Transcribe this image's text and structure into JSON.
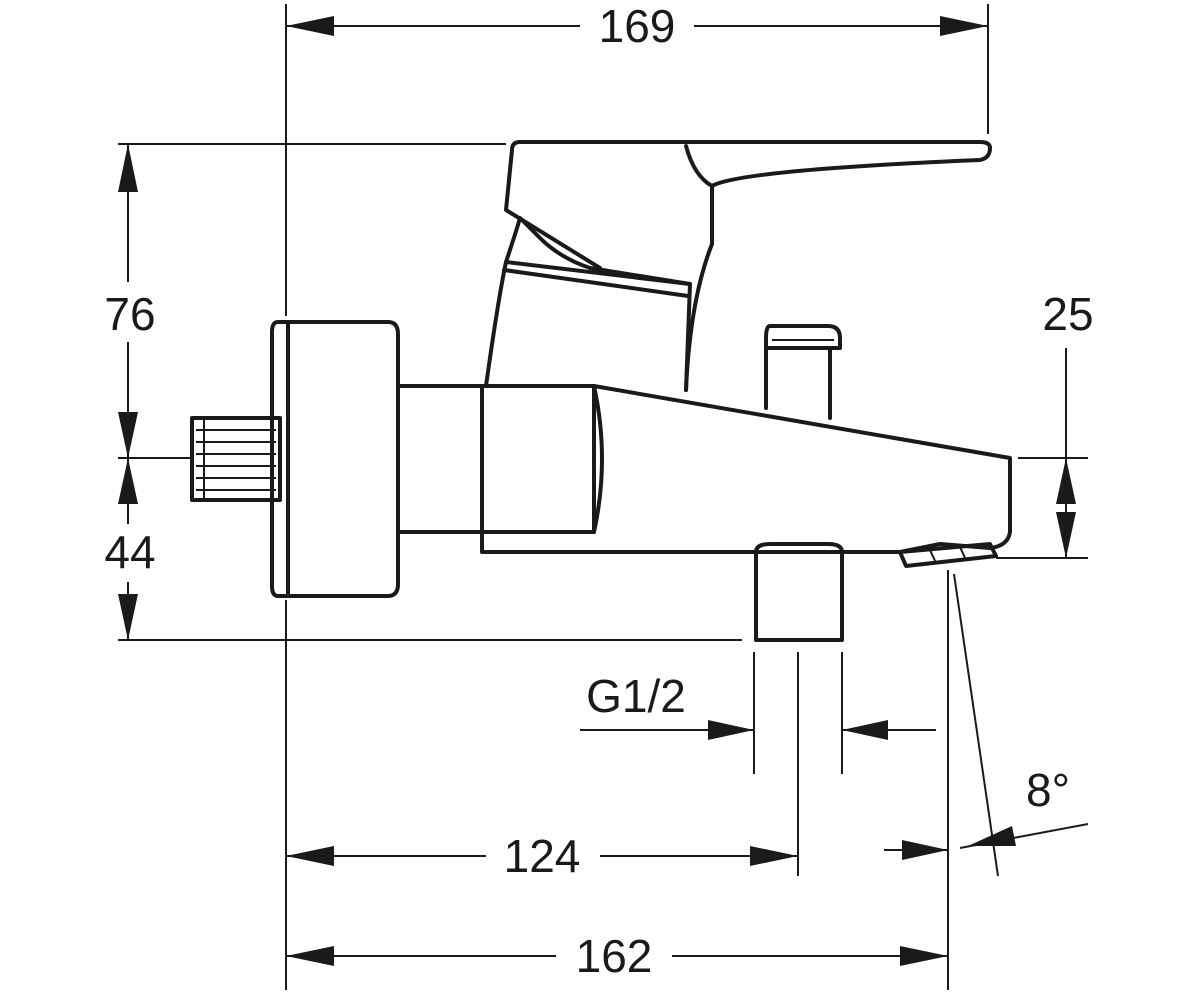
{
  "drawing": {
    "dimensions": {
      "overall_width": "169",
      "height_upper": "76",
      "height_lower": "44",
      "spout_height": "25",
      "outlet_thread": "G1/2",
      "outlet_offset": "124",
      "spout_reach": "162",
      "spout_angle": "8°"
    }
  }
}
